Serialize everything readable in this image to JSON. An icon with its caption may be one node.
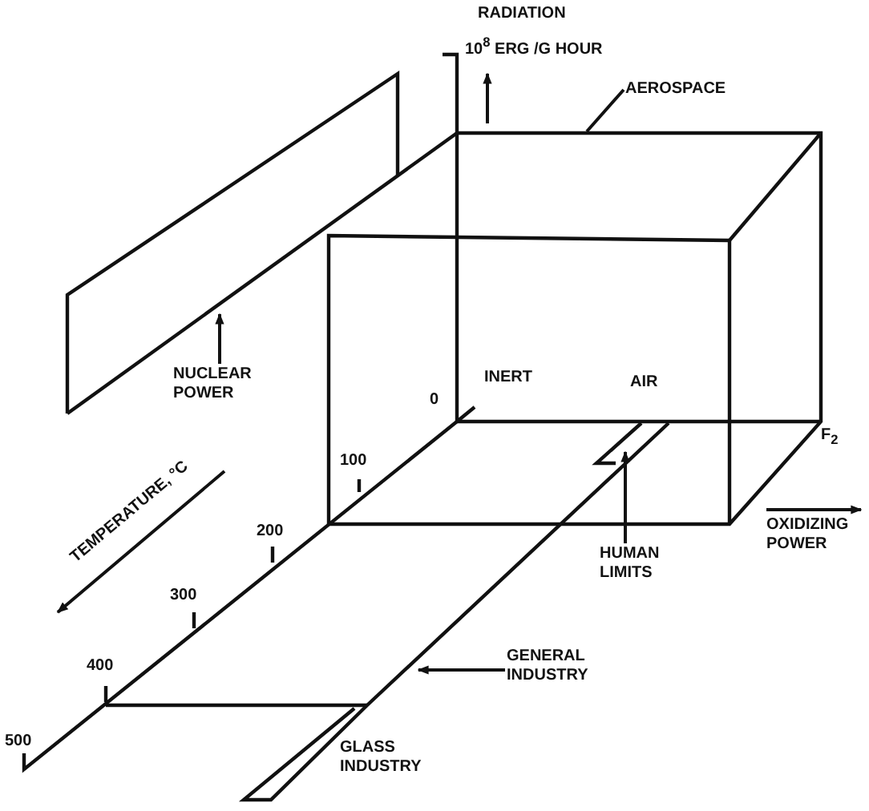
{
  "diagram": {
    "nodes": [
      {
        "text": [
          "NUCLEAR POWER"
        ]
      },
      {
        "text": [
          "AEROSPACE"
        ]
      },
      {
        "text": [
          "HUMAN LIMITS"
        ]
      },
      {
        "text": [
          "GENERAL INDUSTRY"
        ]
      }
    ],
    "edges": [
      {
        "from": 0,
        "to": null,
        "arrow": "to"
      },
      {
        "from": 1,
        "to": null,
        "arrow": "none"
      },
      {
        "from": 2,
        "to": null,
        "arrow": "to"
      },
      {
        "from": 3,
        "to": null,
        "arrow": "to"
      }
    ],
    "labels": [
      "RADIATION",
      "10$^{8}$ ERG /G HOUR",
      "0",
      "INERT",
      "AIR",
      "100",
      "F$_{2}$",
      "OXIDIZING POWER",
      "200",
      "TEMPERATURE, °C",
      "300",
      "400",
      "500",
      "GLASS INDUSTRY"
    ]
  }
}
